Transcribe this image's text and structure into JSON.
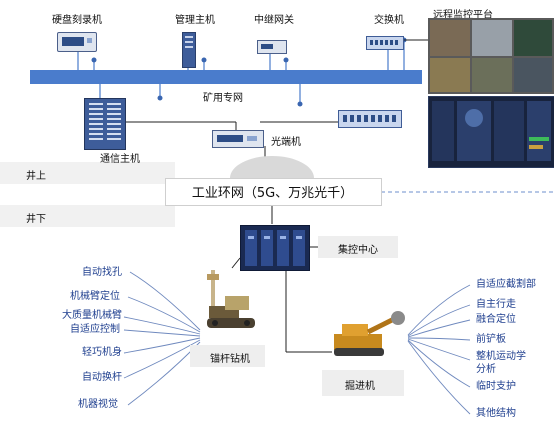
{
  "top_devices": {
    "disk_recorder": "硬盘刻录机",
    "management_host": "管理主机",
    "relay_gateway": "中继网关",
    "switch": "交换机",
    "remote_platform": "远程监控平台"
  },
  "network": {
    "mine_network": "矿用专网",
    "comm_host": "通信主机",
    "optical_terminal": "光端机",
    "ring_network": "工业环网（5G、万兆光千）"
  },
  "levels": {
    "above": "井上",
    "below": "井下"
  },
  "underground": {
    "control_center": "集控中心",
    "bolter": "锚杆钻机",
    "roadheader": "掘进机"
  },
  "bolter_features": [
    "自动找孔",
    "机械臂定位",
    "大质量机械臂",
    "自适应控制",
    "轻巧机身",
    "自动换杆",
    "机器视觉"
  ],
  "roadheader_features": [
    "自适应截割部",
    "自主行走",
    "融合定位",
    "前铲板",
    "整机运动学",
    "分析",
    "临时支护",
    "其他结构"
  ],
  "colors": {
    "bus_blue": "#4a7ccc",
    "fan_line": "#6f89be",
    "label_blue": "#1f3f8f"
  }
}
